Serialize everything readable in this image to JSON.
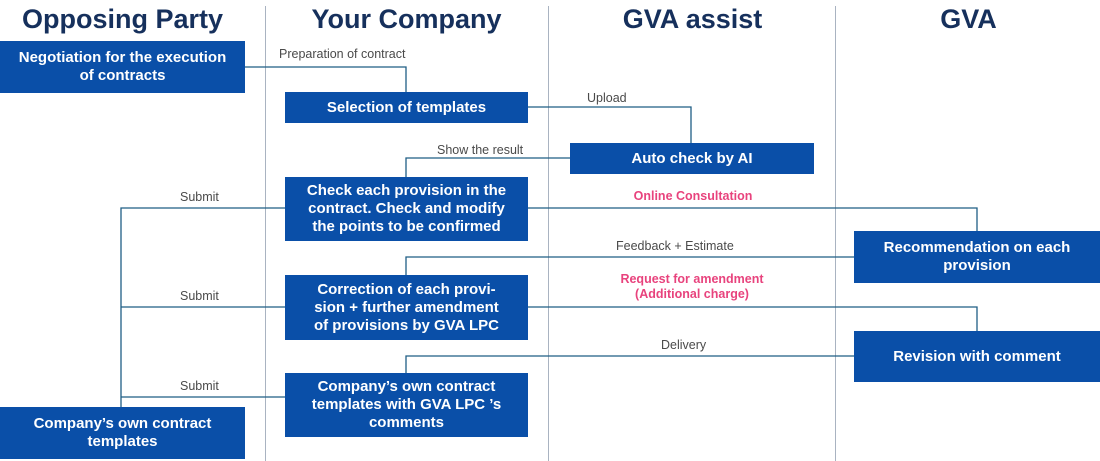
{
  "lanes": {
    "opposing_party": "Opposing Party",
    "your_company": "Your Company",
    "gva_assist": "GVA assist",
    "gva": "GVA"
  },
  "boxes": {
    "negotiation": "Negotiation for the execution\nof contracts",
    "selection": "Selection of templates",
    "auto_check": "Auto check by AI",
    "check_provision": "Check each provision in the\ncontract. Check and modify\nthe points to be confirmed",
    "recommendation": "Recommendation on each\nprovision",
    "correction": "Correction of each provi-\nsion + further amendment\nof provisions by GVA LPC",
    "revision": "Revision with comment",
    "own_templates_company": "Company’s own contract\ntemplates with GVA LPC ’s\ncomments",
    "own_templates_party": "Company’s own contract\ntemplates"
  },
  "labels": {
    "preparation": "Preparation of contract",
    "upload": "Upload",
    "show_result": "Show the result",
    "submit_1": "Submit",
    "submit_2": "Submit",
    "submit_3": "Submit",
    "online_consultation": "Online Consultation",
    "feedback_estimate": "Feedback + Estimate",
    "request_amendment": "Request for amendment\n(Additional charge)",
    "delivery": "Delivery"
  },
  "colors": {
    "box_fill": "#0a4fa8",
    "box_text": "#ffffff",
    "header_text": "#16305c",
    "connector": "#1f5e85",
    "highlight_label": "#e8437d",
    "label_text": "#4a4a4a"
  }
}
